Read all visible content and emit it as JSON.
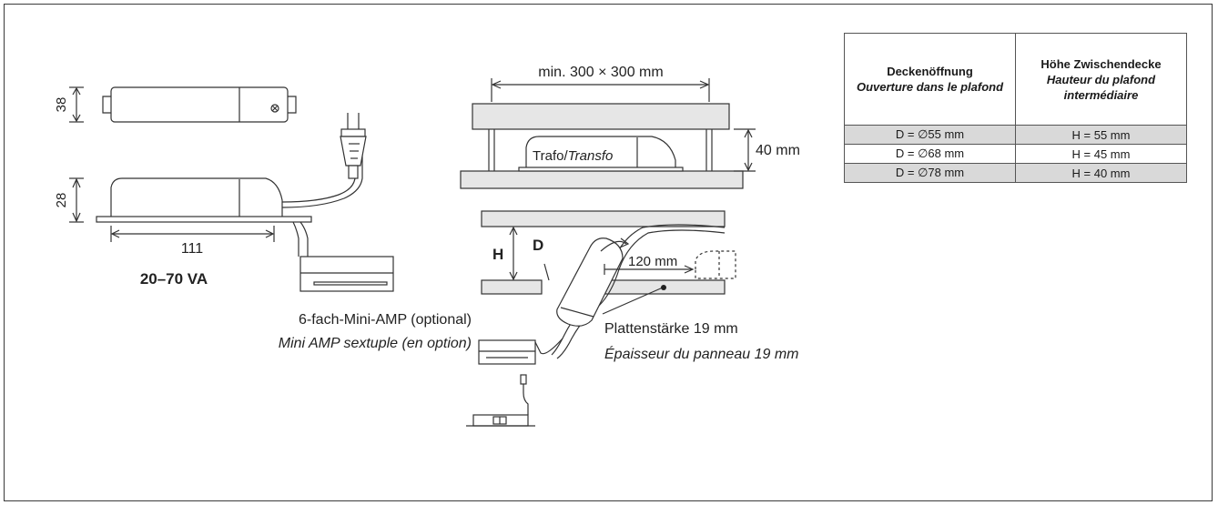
{
  "table": {
    "headers": [
      {
        "de": "Deckenöffnung",
        "fr": "Ouverture dans le plafond"
      },
      {
        "de": "Höhe Zwischendecke",
        "fr": "Hauteur du plafond intermédiaire"
      }
    ],
    "rows": [
      {
        "d": "D = ∅55 mm",
        "h": "H = 55 mm"
      },
      {
        "d": "D = ∅68 mm",
        "h": "H = 45 mm"
      },
      {
        "d": "D = ∅78 mm",
        "h": "H = 40 mm"
      }
    ],
    "shade_color": "#d9d9d9"
  },
  "transformer": {
    "height_top": "38",
    "height_side": "28",
    "length": "111",
    "power": "20–70 VA"
  },
  "amp": {
    "label_de": "6-fach-Mini-AMP (optional)",
    "label_fr": "Mini AMP sextuple (en option)"
  },
  "installation": {
    "opening": "min. 300 × 300 mm",
    "trafo_de": "Trafo/",
    "trafo_fr": "Transfo",
    "clearance": "40 mm",
    "h_label": "H",
    "d_label": "D",
    "distance": "120 mm",
    "panel_de": "Plattenstärke 19 mm",
    "panel_fr": "Épaisseur du panneau 19 mm"
  },
  "colors": {
    "panel_fill": "#e6e6e6",
    "line": "#333333"
  }
}
